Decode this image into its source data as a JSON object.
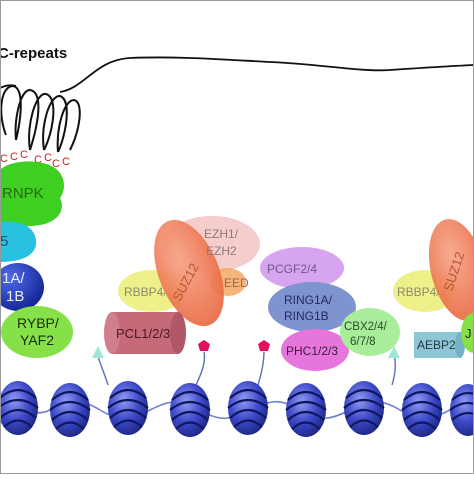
{
  "diagram": {
    "lncrna": {
      "title": "C-repeats",
      "c_label": "C"
    },
    "proteins": {
      "hnrnpk": "RNPK",
      "partial_5": "5",
      "ring_left": [
        "1A/",
        "1B"
      ],
      "rybp": [
        "RYBP/",
        "YAF2"
      ],
      "rbbp_left": "RBBP4/7",
      "pcl": "PCL1/2/3",
      "suz12_left": "SUZ12",
      "ezh": [
        "EZH1/",
        "EZH2"
      ],
      "eed": "EED",
      "pcgf": "PCGF2/4",
      "ring_center": [
        "RING1A/",
        "RING1B"
      ],
      "phc": "PHC1/2/3",
      "cbx": [
        "CBX2/4/",
        "6/7/8"
      ],
      "rbbp_right": "RBBP4/7",
      "aebp2": "AEBP2",
      "suz12_right": "SUZ12",
      "partial_j": "J"
    }
  },
  "colors": {
    "nucleosome": "#3d49c8",
    "rna": "#111111",
    "c_repeat": "#c22222",
    "hnrnpk": "#3fcf23",
    "ring_left": "#1c36b6",
    "rybp": "#86e048",
    "suz12": "#f07b52",
    "ezh": "#f4c8c8",
    "eed": "#f3a25a",
    "rbbp": "#eef08a",
    "pcl": "#c46a78",
    "pcgf": "#d6a4f0",
    "ring_center": "#7f93cf",
    "phc": "#e776dc",
    "cbx": "#a8ee9a",
    "aebp2": "#8ec6d6",
    "h3k27me3_mark": "#e0105e",
    "methyl_mark": "#9fe5d6"
  }
}
